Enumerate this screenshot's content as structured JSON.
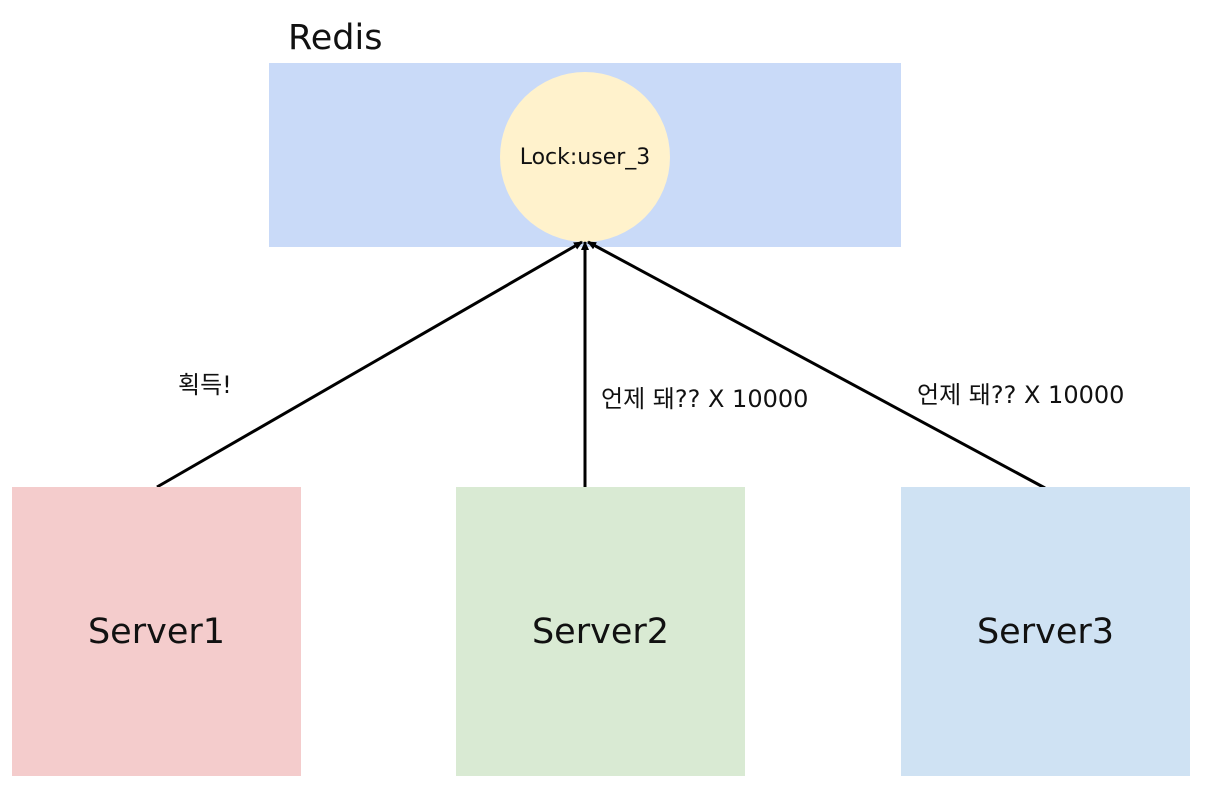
{
  "redis": {
    "title": "Redis",
    "color": "#c9daf8",
    "lock": {
      "label": "Lock:user_3",
      "color": "#fff2cc"
    }
  },
  "servers": [
    {
      "label": "Server1",
      "color": "#f4cccc"
    },
    {
      "label": "Server2",
      "color": "#d9ead3"
    },
    {
      "label": "Server3",
      "color": "#cfe2f3"
    }
  ],
  "edges": [
    {
      "from": "Server1",
      "to": "Lock:user_3",
      "label": "획득!"
    },
    {
      "from": "Server2",
      "to": "Lock:user_3",
      "label": "언제 돼?? X 10000"
    },
    {
      "from": "Server3",
      "to": "Lock:user_3",
      "label": "언제 돼?? X 10000"
    }
  ],
  "line_color": "#000000"
}
